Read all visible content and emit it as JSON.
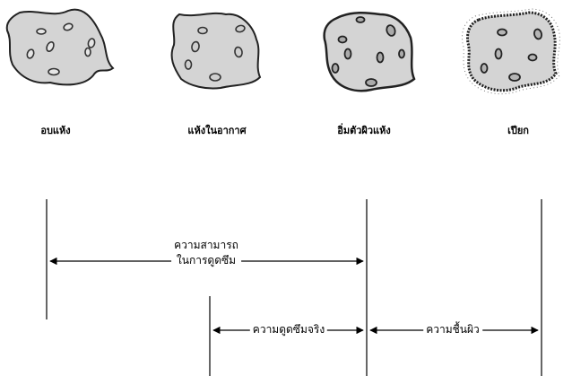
{
  "states": [
    {
      "label": "อบแห้ง"
    },
    {
      "label": "แห้งในอากาศ"
    },
    {
      "label": "อิ่มตัวผิวแห้ง"
    },
    {
      "label": "เปียก"
    }
  ],
  "measures": {
    "absorption_capacity_line1": "ความสามารถ",
    "absorption_capacity_line2": "ในการดูดซึม",
    "effective_absorption": "ความดูดซึมจริง",
    "surface_moisture": "ความชื้นผิว"
  },
  "colors": {
    "aggregate_fill": "#d4d4d4",
    "pore_fill": "#cfcfcf",
    "outline": "#222222"
  }
}
